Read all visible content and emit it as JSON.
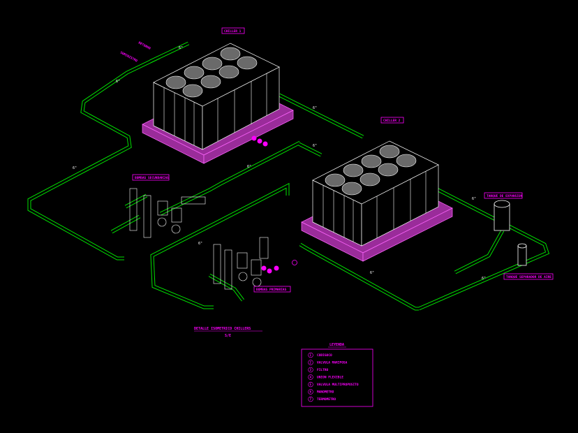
{
  "labels": {
    "chiller1": "CHILLER 1",
    "chiller2": "CHILLER 2",
    "retorno": "RETORNO",
    "suministro": "SUMINISTRO",
    "bombas_secundarias": "BOMBAS SECUNDARIAS",
    "bombas_primarias": "BOMBAS PRIMARIAS",
    "tanque_expansion": "TANQUE DE EXPANSION",
    "tanque_separador": "TANQUE SEPARADOR DE AIRE",
    "title_line1": "DETALLE ISOMETRICO CHILLERS",
    "title_line2": "S/E"
  },
  "pipe_size_label": "6\"",
  "legend": {
    "title": "LEYENDA",
    "items": [
      {
        "num": "1",
        "text": "CODIGOCO"
      },
      {
        "num": "2",
        "text": "VALVULA MARIPOSA"
      },
      {
        "num": "3",
        "text": "FILTRO"
      },
      {
        "num": "4",
        "text": "UNION FLEXIBLE"
      },
      {
        "num": "5",
        "text": "VALVULA MULTIPROPOSITO"
      },
      {
        "num": "6",
        "text": "MANOMETRO"
      },
      {
        "num": "7",
        "text": "TERMOMETRO"
      }
    ]
  },
  "colors": {
    "background": "#000000",
    "annotation": "#ff00ff",
    "piping": "#00e000",
    "equipment": "#ffffff",
    "base_pad": "#9a2c9a"
  }
}
